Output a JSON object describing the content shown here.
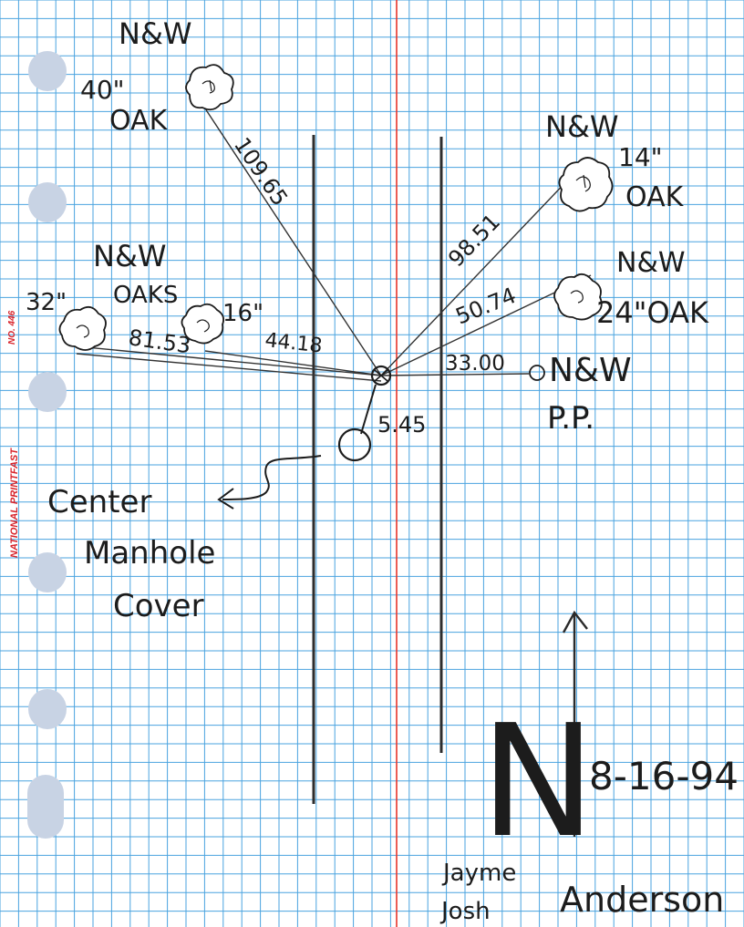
{
  "sheet": {
    "brand_text": "NATIONAL PRINTFAST",
    "form_number": "NO. 446"
  },
  "labels": {
    "oak40_status": "N&W",
    "oak40_size": "40\"",
    "oak40_species": "OAK",
    "oak14_status": "N&W",
    "oak14_size": "14\"",
    "oak14_species": "OAK",
    "oaks_group_status": "N&W",
    "oaks_group_species": "OAKS",
    "oak32_size": "32\"",
    "oak16_size": "16\"",
    "oak24_status": "N&W",
    "oak24_name": "24\"OAK",
    "pp_status": "N&W",
    "pp_name": "P.P.",
    "manhole_line1": "Center",
    "manhole_line2": "Manhole",
    "manhole_line3": "Cover"
  },
  "measurements": {
    "to_oak40": "109.65",
    "to_oak14": "98.51",
    "to_oak24": "50.74",
    "to_pp": "33.00",
    "to_oak32": "81.53",
    "to_oak16": "44.18",
    "to_manhole": "5.45"
  },
  "north_arrow": {
    "letter": "N"
  },
  "footer": {
    "date": "8-16-94",
    "name_first1": "Jayme",
    "name_first2": "Josh",
    "name_last": "Anderson"
  },
  "colors": {
    "grid_line": "#4aa3df",
    "margin_line": "#e8352b",
    "ink": "#1c1c1c",
    "hole": "#c8d3e4",
    "brand": "#d8232a"
  }
}
